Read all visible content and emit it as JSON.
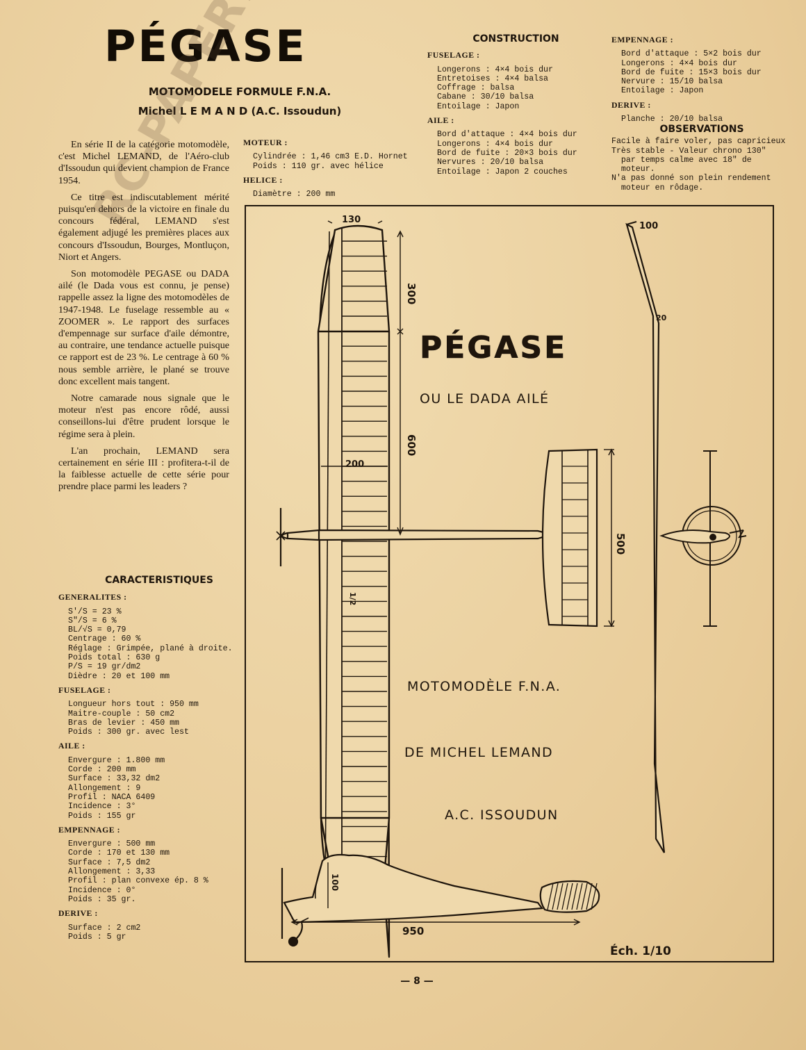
{
  "title": "PÉGASE",
  "subtitle": "MOTOMODELE FORMULE F.N.A.",
  "author": "Michel L E M A N D (A.C. Issoudun)",
  "watermark_text": "RC-PAPER.COM",
  "intro_paragraphs": [
    "En série II de la catégorie motomodèle, c'est Michel LEMAND, de l'Aéro-club d'Issoudun qui devient champion de France 1954.",
    "Ce titre est indiscutablement mérité puisqu'en dehors de la victoire en finale du concours fédéral, LEMAND s'est également adjugé les premières places aux concours d'Issoudun, Bourges, Montluçon, Niort et Angers.",
    "Son motomodèle PEGASE ou DADA ailé (le Dada vous est connu, je pense) rappelle assez la ligne des motomodèles de 1947-1948. Le fuselage ressemble au « ZOOMER ». Le rapport des surfaces d'empennage sur surface d'aile démontre, au contraire, une tendance actuelle puisque ce rapport est de 23 %. Le centrage à 60 % nous semble arrière, le plané se trouve donc excellent mais tangent.",
    "Notre camarade nous signale que le moteur n'est pas encore rôdé, aussi conseillons-lui d'être prudent lorsque le régime sera à plein.",
    "L'an prochain, LEMAND sera certainement en série III : profitera-t-il de la faiblesse actuelle de cette série pour prendre place parmi les leaders ?"
  ],
  "characteristics": {
    "title": "CARACTERISTIQUES",
    "groups": [
      {
        "name": "GENERALITES :",
        "lines": [
          "S'/S = 23 %",
          "S\"/S = 6 %",
          "BL/√S = 0,79",
          "Centrage : 60 %",
          "Réglage : Grimpée, plané à droite.",
          "Poids total : 630 g",
          "P/S = 19 gr/dm2",
          "Dièdre : 20 et 100 mm"
        ]
      },
      {
        "name": "FUSELAGE :",
        "lines": [
          "Longueur hors tout : 950 mm",
          "Maitre-couple : 50 cm2",
          "Bras de levier : 450 mm",
          "Poids : 300 gr. avec lest"
        ]
      },
      {
        "name": "AILE :",
        "lines": [
          "Envergure : 1.800 mm",
          "Corde : 200 mm",
          "Surface : 33,32 dm2",
          "Allongement : 9",
          "Profil : NACA 6409",
          "Incidence : 3°",
          "Poids : 155 gr"
        ]
      },
      {
        "name": "EMPENNAGE :",
        "lines": [
          "Envergure : 500 mm",
          "Corde : 170 et 130 mm",
          "Surface : 7,5 dm2",
          "Allongement : 3,33",
          "Profil : plan convexe ép. 8 %",
          "Incidence : 0°",
          "Poids : 35 gr."
        ]
      },
      {
        "name": "DERIVE :",
        "lines": [
          "Surface : 2 cm2",
          "Poids : 5 gr"
        ]
      }
    ]
  },
  "motor": {
    "groups": [
      {
        "name": "MOTEUR :",
        "lines": [
          "Cylindrée : 1,46 cm3 E.D. Hornet",
          "Poids : 110 gr. avec hélice"
        ]
      },
      {
        "name": "HELICE :",
        "lines": [
          "Diamètre : 200 mm"
        ]
      }
    ]
  },
  "construction": {
    "title": "CONSTRUCTION",
    "groups": [
      {
        "name": "FUSELAGE :",
        "lines": [
          "Longerons : 4×4 bois dur",
          "Entretoises : 4×4 balsa",
          "Coffrage : balsa",
          "Cabane : 30/10 balsa",
          "Entoilage : Japon"
        ]
      },
      {
        "name": "AILE :",
        "lines": [
          "Bord d'attaque : 4×4 bois dur",
          "Longerons : 4×4 bois dur",
          "Bord de fuite : 20×3 bois dur",
          "Nervures : 20/10 balsa",
          "Entoilage : Japon 2 couches"
        ]
      }
    ],
    "right_groups": [
      {
        "name": "EMPENNAGE :",
        "lines": [
          "Bord d'attaque : 5×2 bois dur",
          "Longerons : 4×4 bois dur",
          "Bord de fuite : 15×3 bois dur",
          "Nervure : 15/10 balsa",
          "Entoilage : Japon"
        ]
      },
      {
        "name": "DERIVE :",
        "lines": [
          "Planche : 20/10 balsa"
        ]
      }
    ]
  },
  "observations": {
    "title": "OBSERVATIONS",
    "lines": [
      "Facile à faire voler, pas capricieux",
      "Très stable - Valeur chrono 130\"",
      "  par temps calme avec 18\" de",
      "  moteur.",
      "N'a pas donné son plein rendement",
      "  moteur en rôdage."
    ]
  },
  "plan": {
    "title": "PÉGASE",
    "subtitle": "OU LE DADA AILÉ",
    "line1": "MOTOMODÈLE F.N.A.",
    "line2": "DE MICHEL LEMAND",
    "line3": "A.C. ISSOUDUN",
    "scale": "Éch. 1/10",
    "dims": {
      "wing_tip_chord": "130",
      "tip_span": "300",
      "center_span": "600",
      "wing_chord": "200",
      "rib_mark": "1/2",
      "tail_span": "500",
      "dihedral_tip": "100",
      "dihedral_center": "20",
      "fuselage_length": "950",
      "pylon_height": "100"
    }
  },
  "page_number": "— 8 —"
}
